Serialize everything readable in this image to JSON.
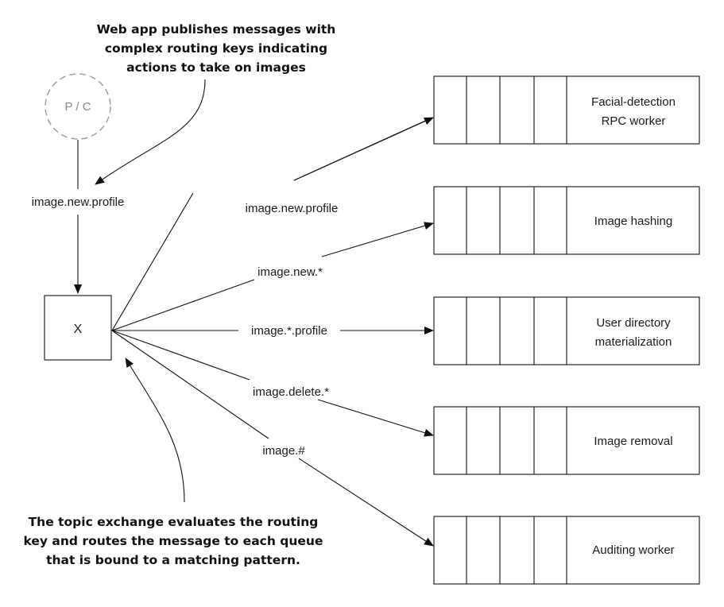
{
  "callouts": {
    "top": [
      "Web app publishes messages with",
      "complex routing keys indicating",
      "actions to take on images"
    ],
    "bottom": [
      "The topic exchange evaluates the routing",
      "key and routes the message to each queue",
      "that is bound to a matching pattern."
    ]
  },
  "publisher": {
    "label": "P / C"
  },
  "published_key": "image.new.profile",
  "exchange": {
    "label": "X"
  },
  "bindings": [
    {
      "pattern": "image.new.profile",
      "queue": [
        "Facial-detection",
        "RPC worker"
      ]
    },
    {
      "pattern": "image.new.*",
      "queue": [
        "Image hashing"
      ]
    },
    {
      "pattern": "image.*.profile",
      "queue": [
        "User directory",
        "materialization"
      ]
    },
    {
      "pattern": "image.delete.*",
      "queue": [
        "Image removal"
      ]
    },
    {
      "pattern": "image.#",
      "queue": [
        "Auditing worker"
      ]
    }
  ]
}
